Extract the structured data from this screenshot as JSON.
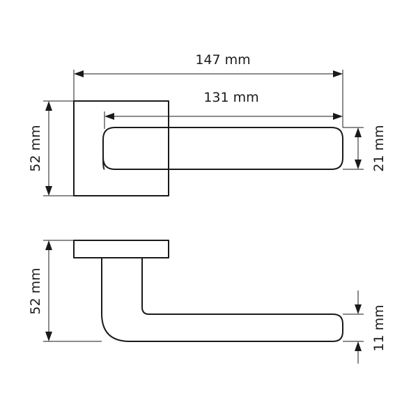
{
  "dimensions": {
    "overall_length": "147 mm",
    "lever_length": "131 mm",
    "rose_height_top": "52 mm",
    "lever_width": "21 mm",
    "rose_height_side": "52 mm",
    "lever_thickness": "11 mm"
  }
}
